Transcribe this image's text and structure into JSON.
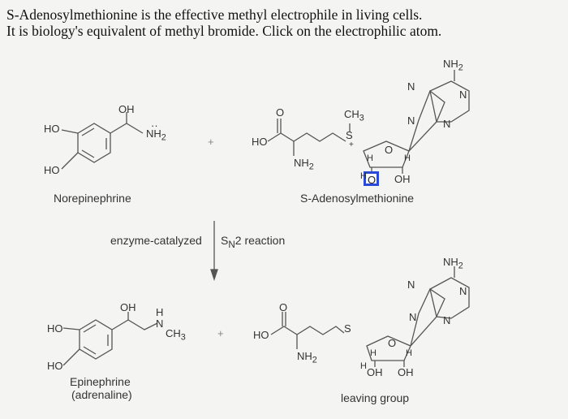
{
  "question": {
    "line1": "S-Adenosylmethionine is the effective methyl electrophile in living cells.",
    "line2": "It is biology's equivalent of methyl bromide. Click on the electrophilic atom."
  },
  "names": {
    "norepinephrine": "Norepinephrine",
    "sam": "S-Adenosylmethionine",
    "epinephrine_1": "Epinephrine",
    "epinephrine_2": "(adrenaline)",
    "leaving_group": "leaving group"
  },
  "reaction": {
    "label": "enzyme-catalyzed",
    "sn2": "S",
    "sn2_sub": "N",
    "sn2_rest": "2 reaction"
  },
  "atoms": {
    "ho": "HO",
    "oh": "OH",
    "nh2": "NH",
    "sub2": "2",
    "ch3": "CH",
    "sub3": "3",
    "n": "N",
    "h": "H",
    "o": "O",
    "s": "S",
    "plus": "+",
    "plus_charge": "+",
    "dots": "··"
  },
  "selection": {
    "atom": "O"
  },
  "colors": {
    "highlight": "#2b49d8"
  }
}
